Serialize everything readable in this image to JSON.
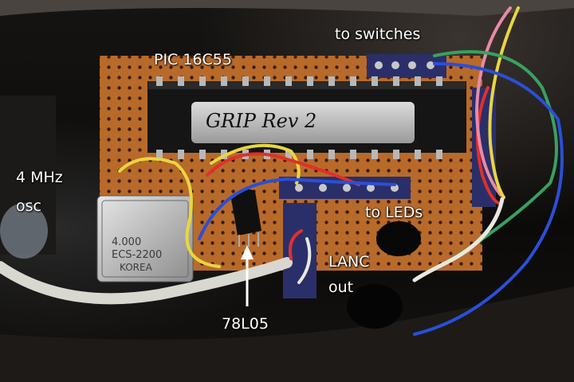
{
  "labels": {
    "pic": "PIC 16C55",
    "switches": "to switches",
    "osc_line1": "4 MHz",
    "osc_line2": "osc",
    "leds": "to LEDs",
    "lanc_line1": "LANC",
    "lanc_line2": "out",
    "regulator": "78L05"
  },
  "chip_marking": "GRIP Rev 2",
  "crystal_marking": {
    "line1": "4.000",
    "line2": "ECS-2200",
    "line3": "KOREA"
  },
  "colors": {
    "board": "#b86a2a",
    "chip": "#151515",
    "label_text": "#ffffff",
    "wire_red": "#e0302a",
    "wire_yellow": "#e8d640",
    "wire_blue": "#2a4fd8",
    "wire_green": "#3aa060",
    "wire_white": "#e8e8e0",
    "wire_pink": "#e88aa8"
  }
}
